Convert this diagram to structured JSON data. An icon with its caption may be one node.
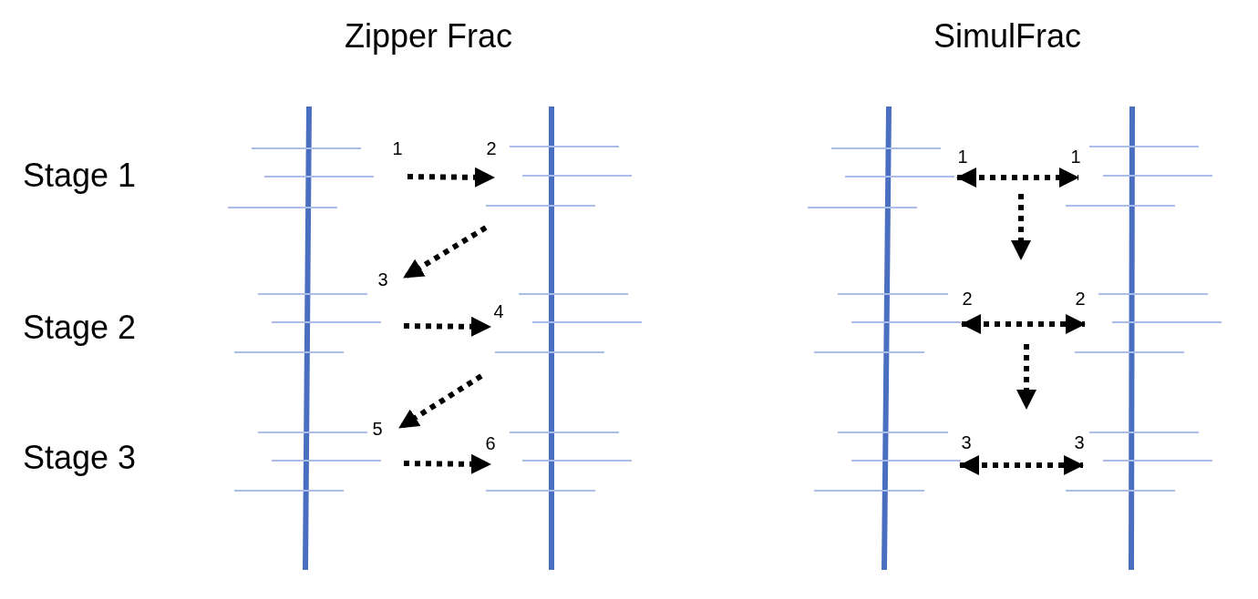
{
  "diagram": {
    "nodes": [
      {
        "text": [
          "1"
        ]
      },
      {
        "text": [
          "2"
        ]
      },
      {
        "text": [
          "3"
        ]
      },
      {
        "text": [
          "4"
        ]
      },
      {
        "text": [
          "5"
        ]
      },
      {
        "text": [
          "6"
        ]
      },
      {
        "text": [
          "1"
        ]
      },
      {
        "text": [
          "1"
        ]
      },
      {
        "text": [
          "2"
        ]
      },
      {
        "text": [
          "2"
        ]
      },
      {
        "text": [
          "3"
        ]
      },
      {
        "text": [
          "3"
        ]
      }
    ],
    "edges": [
      {
        "from": 0,
        "to": 1,
        "arrow": "to",
        "style": "dashed"
      },
      {
        "from": 1,
        "to": 2,
        "arrow": "to",
        "style": "dashed"
      },
      {
        "from": 2,
        "to": 3,
        "arrow": "to",
        "style": "dashed"
      },
      {
        "from": 3,
        "to": 4,
        "arrow": "to",
        "style": "dashed"
      },
      {
        "from": 4,
        "to": 5,
        "arrow": "to",
        "style": "dashed"
      },
      {
        "from": 6,
        "to": 7,
        "arrow": "both",
        "style": "dashed"
      },
      {
        "from": 8,
        "to": 9,
        "arrow": "both",
        "style": "dashed"
      },
      {
        "from": 10,
        "to": 11,
        "arrow": "both",
        "style": "dashed"
      }
    ],
    "labels": [
      "Zipper Frac",
      "SimulFrac",
      "Stage 1",
      "Stage 2",
      "Stage 3"
    ]
  }
}
